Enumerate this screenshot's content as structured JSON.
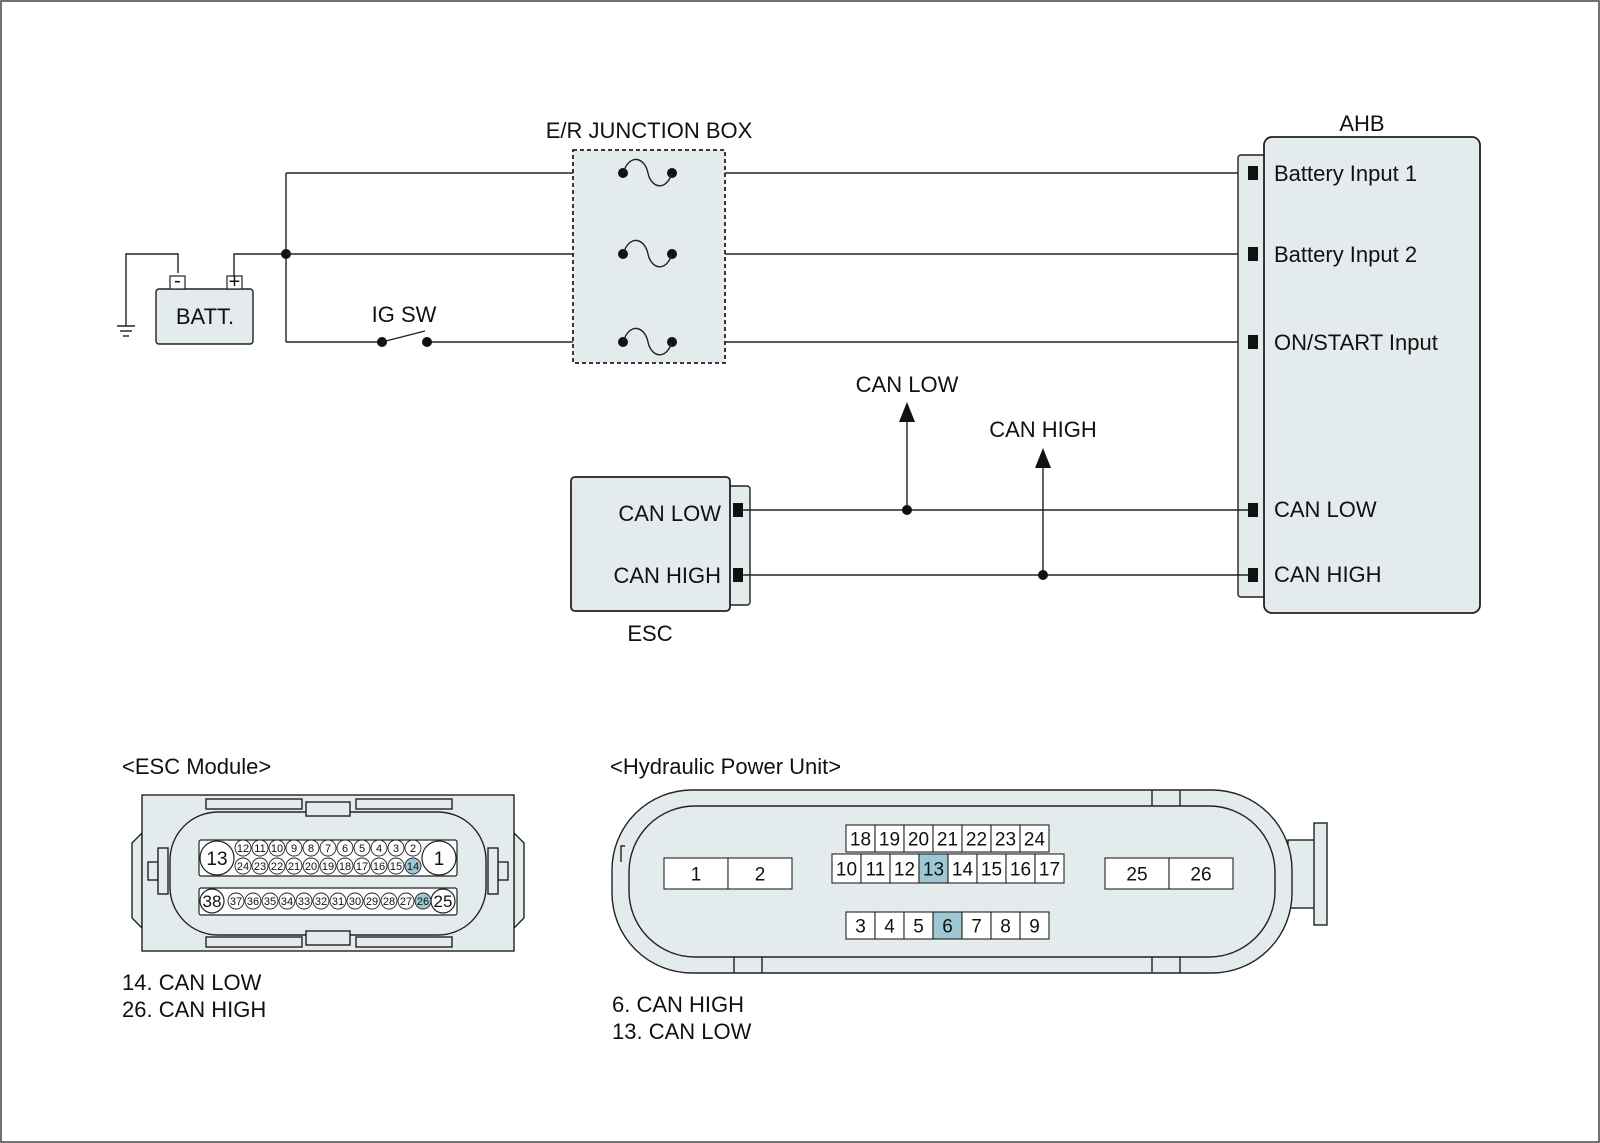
{
  "colors": {
    "box_fill": "#e4ebec",
    "highlight_pin": "#9cc7d3",
    "wire": "#222222"
  },
  "battery": {
    "label": "BATT.",
    "minus": "-",
    "plus": "+"
  },
  "ig_switch": {
    "label": "IG SW"
  },
  "junction_box": {
    "label": "E/R JUNCTION BOX"
  },
  "ahb": {
    "label": "AHB",
    "pins": [
      "Battery Input 1",
      "Battery Input 2",
      "ON/START Input",
      "CAN LOW",
      "CAN HIGH"
    ]
  },
  "esc": {
    "label": "ESC",
    "pins": [
      "CAN LOW",
      "CAN HIGH"
    ]
  },
  "bus_labels": {
    "can_low": "CAN LOW",
    "can_high": "CAN HIGH"
  },
  "esc_module": {
    "title": "<ESC Module>",
    "top_row": [
      "12",
      "11",
      "10",
      "9",
      "8",
      "7",
      "6",
      "5",
      "4",
      "3",
      "2"
    ],
    "mid_row": [
      "24",
      "23",
      "22",
      "21",
      "20",
      "19",
      "18",
      "17",
      "16",
      "15",
      "14"
    ],
    "bottom_row": [
      "37",
      "36",
      "35",
      "34",
      "33",
      "32",
      "31",
      "30",
      "29",
      "28",
      "27",
      "26"
    ],
    "big_pins": [
      "13",
      "1",
      "38",
      "25"
    ],
    "highlighted": [
      "14",
      "26"
    ],
    "legend": [
      "14. CAN LOW",
      "26. CAN HIGH"
    ]
  },
  "hpu": {
    "title": "<Hydraulic Power Unit>",
    "row1": [
      "18",
      "19",
      "20",
      "21",
      "22",
      "23",
      "24"
    ],
    "row2": [
      "10",
      "11",
      "12",
      "13",
      "14",
      "15",
      "16",
      "17"
    ],
    "row3": [
      "3",
      "4",
      "5",
      "6",
      "7",
      "8",
      "9"
    ],
    "left": [
      "1",
      "2"
    ],
    "right": [
      "25",
      "26"
    ],
    "highlighted": [
      "13",
      "6"
    ],
    "legend": [
      "6. CAN HIGH",
      "13. CAN LOW"
    ]
  }
}
